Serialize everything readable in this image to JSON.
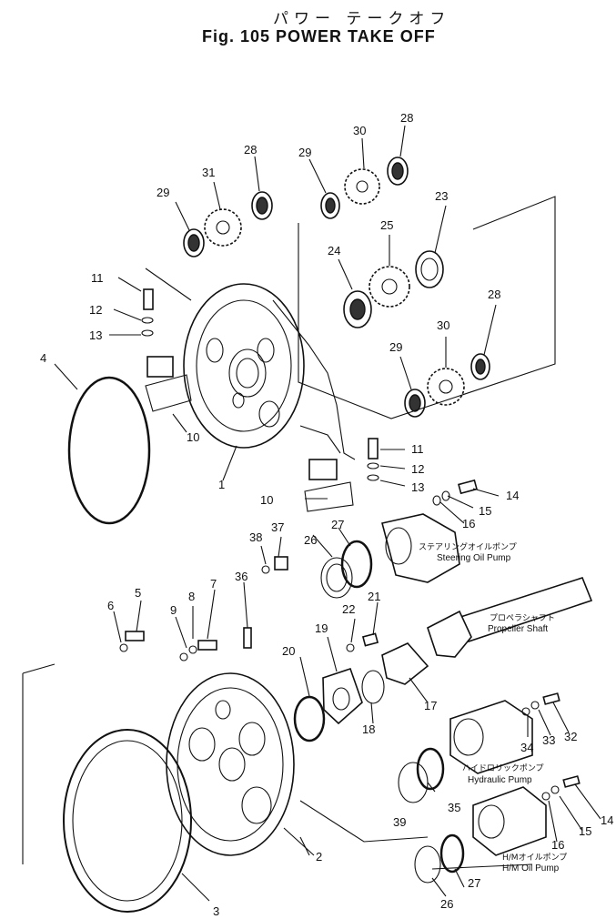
{
  "header": {
    "title_jp": "パワー テークオフ",
    "title_en": "Fig. 105 POWER TAKE OFF"
  },
  "callouts": {
    "c1": "1",
    "c2": "2",
    "c3": "3",
    "c4": "4",
    "c5": "5",
    "c6": "6",
    "c7": "7",
    "c8": "8",
    "c9": "9",
    "c10a": "10",
    "c10b": "10",
    "c11a": "11",
    "c11b": "11",
    "c12a": "12",
    "c12b": "12",
    "c13a": "13",
    "c13b": "13",
    "c14a": "14",
    "c14b": "14",
    "c15a": "15",
    "c15b": "15",
    "c16a": "16",
    "c16b": "16",
    "c17": "17",
    "c18": "18",
    "c19": "19",
    "c20": "20",
    "c21": "21",
    "c22": "22",
    "c23": "23",
    "c24": "24",
    "c25": "25",
    "c26a": "26",
    "c26b": "26",
    "c27a": "27",
    "c27b": "27",
    "c28a": "28",
    "c28b": "28",
    "c28c": "28",
    "c29a": "29",
    "c29b": "29",
    "c29c": "29",
    "c30a": "30",
    "c30b": "30",
    "c31": "31",
    "c32": "32",
    "c33": "33",
    "c34": "34",
    "c35": "35",
    "c36": "36",
    "c37": "37",
    "c38": "38",
    "c39": "39"
  },
  "component_labels": {
    "steering_pump_jp": "ステアリングオイルポンプ",
    "steering_pump_en": "Steering Oil Pump",
    "propeller_shaft_jp": "プロペラシャフト",
    "propeller_shaft_en": "Propeller Shaft",
    "hydraulic_pump_jp": "ハイドロリックポンプ",
    "hydraulic_pump_en": "Hydraulic Pump",
    "hm_pump_jp": "H/Mオイルポンプ",
    "hm_pump_en": "H/M Oil Pump"
  }
}
